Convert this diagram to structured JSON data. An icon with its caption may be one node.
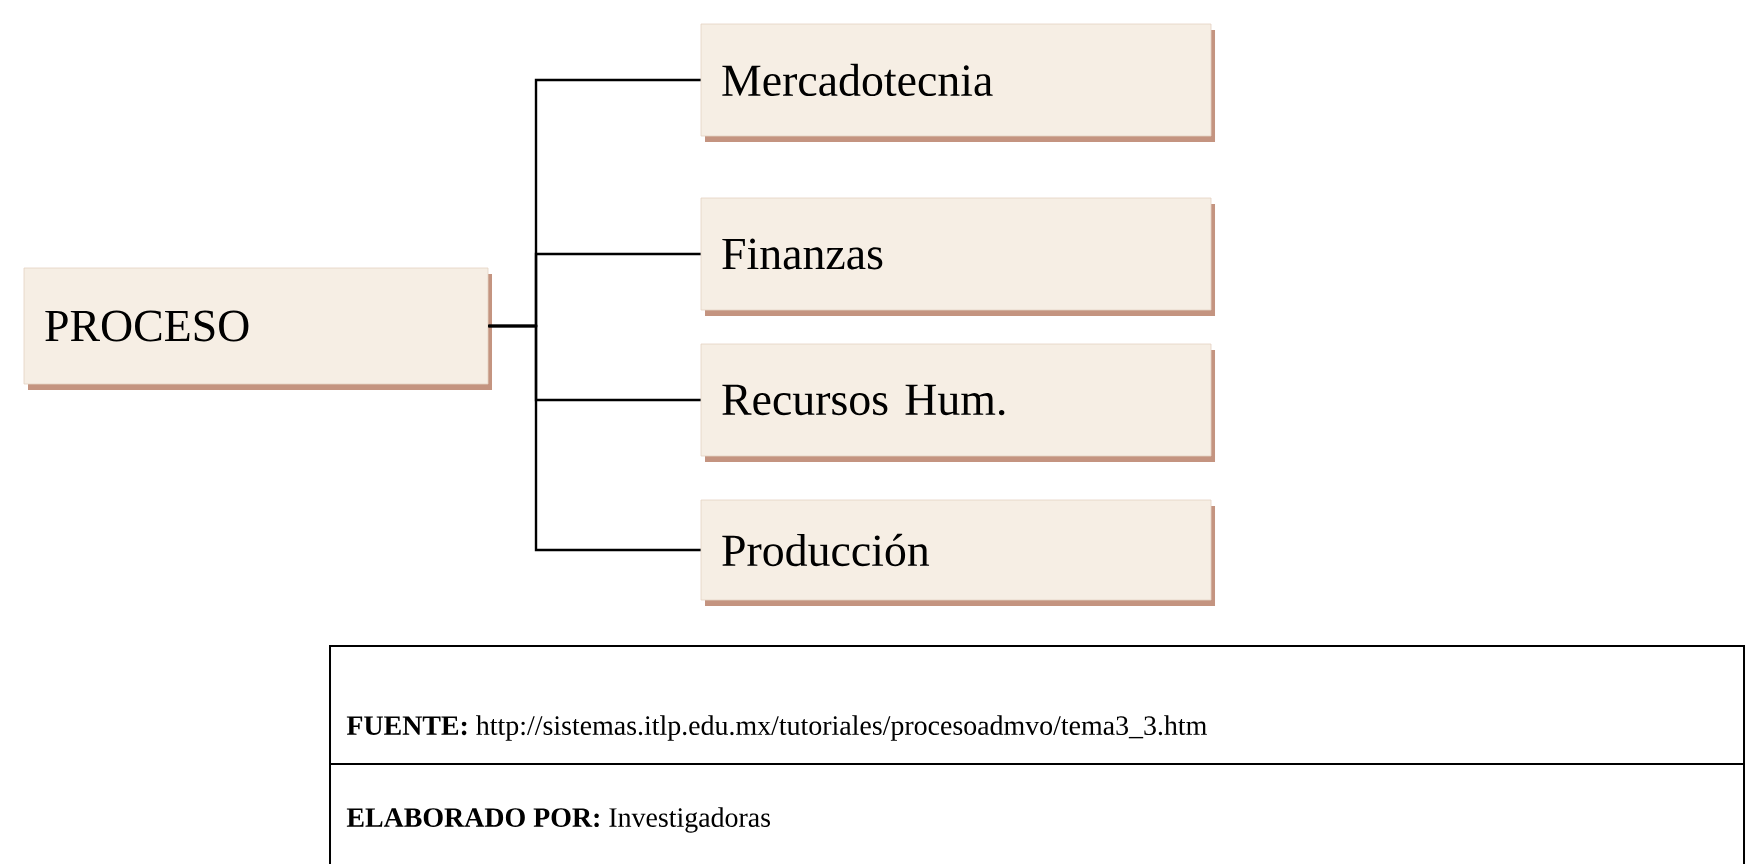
{
  "diagram": {
    "nodes": [
      {
        "text": [
          "PROCESO"
        ]
      },
      {
        "text": [
          "Mercadotecnia"
        ]
      },
      {
        "text": [
          "Finanzas"
        ]
      },
      {
        "text": [
          "Recursos Hum."
        ]
      },
      {
        "text": [
          "Producción"
        ]
      }
    ],
    "edges": [
      {
        "from": 0,
        "to": 1,
        "arrow": "none"
      },
      {
        "from": 0,
        "to": 2,
        "arrow": "none"
      },
      {
        "from": 0,
        "to": 3,
        "arrow": "none"
      },
      {
        "from": 0,
        "to": 4,
        "arrow": "none"
      }
    ],
    "labels": [
      "**FUENTE:** http://sistemas.itlp.edu.mx/tutoriales/procesoadmvo/tema3_3.htm",
      "**ELABORADO POR:** Investigadoras"
    ]
  }
}
